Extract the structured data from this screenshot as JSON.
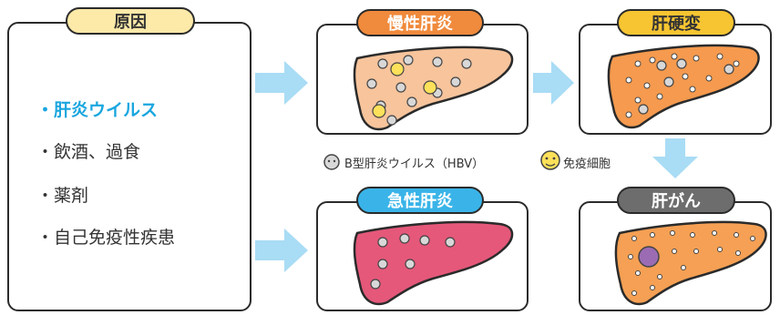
{
  "causes": {
    "title": "原因",
    "items": [
      "・肝炎ウイルス",
      "・飲酒、過食",
      "・薬剤",
      "・自己免疫性疾患"
    ]
  },
  "stages": {
    "chronic": "慢性肝炎",
    "cirrhosis": "肝硬変",
    "acute": "急性肝炎",
    "cancer": "肝がん"
  },
  "legend": {
    "virus": "B型肝炎ウイルス（HBV）",
    "immune": "免疫細胞"
  },
  "colors": {
    "causes_pill": "#fde9a8",
    "chronic_pill": "#f08a3c",
    "cirrhosis_pill": "#f7c531",
    "acute_pill": "#3ab4e8",
    "cancer_pill": "#6d6d6d",
    "highlight_text": "#1aa6df",
    "arrow": "#a9dcf5",
    "liver_chronic": "#f7c49c",
    "liver_cirrhosis": "#f59a4e",
    "liver_acute": "#e5587a",
    "liver_cancer": "#f5a054",
    "tumor": "#9b6cb4"
  }
}
